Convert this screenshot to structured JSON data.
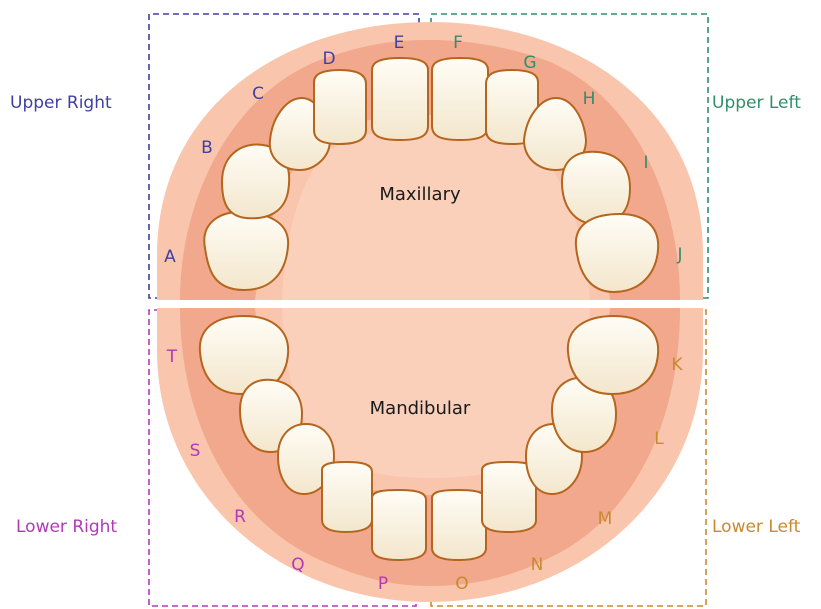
{
  "colors": {
    "upper_right": "#3f3fa6",
    "upper_left": "#2f8f6a",
    "lower_right": "#b03ab5",
    "lower_left": "#c98a2e",
    "gum_outer": "#f9c6ad",
    "gum_inner": "#f2a88c",
    "tooth": "#fbf4e6",
    "tooth_outline": "#b5651d"
  },
  "quadrants": {
    "upper_right": "Upper Right",
    "upper_left": "Upper Left",
    "lower_right": "Lower Right",
    "lower_left": "Lower Left"
  },
  "jaws": {
    "upper": "Maxillary",
    "lower": "Mandibular"
  },
  "teeth": {
    "upper": [
      "A",
      "B",
      "C",
      "D",
      "E",
      "F",
      "G",
      "H",
      "I",
      "J"
    ],
    "lower": [
      "K",
      "L",
      "M",
      "N",
      "O",
      "P",
      "Q",
      "R",
      "S",
      "T"
    ]
  }
}
